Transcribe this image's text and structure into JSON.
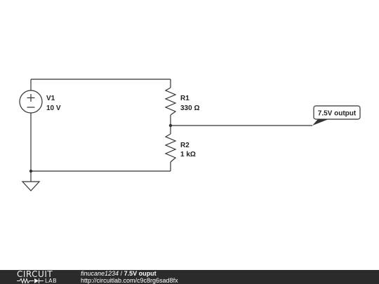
{
  "circuit": {
    "components": {
      "v1": {
        "name": "V1",
        "value": "10 V"
      },
      "r1": {
        "name": "R1",
        "value": "330 Ω"
      },
      "r2": {
        "name": "R2",
        "value": "1 kΩ"
      }
    },
    "probe_label": "7.5V output"
  },
  "footer": {
    "logo_top": "CIRCUIT",
    "logo_bottom": "LAB",
    "author": "finucane1234",
    "separator": " / ",
    "title": "7.5V ouput",
    "url": "http://circuitlab.com/c9c8rg6sad8fx"
  }
}
